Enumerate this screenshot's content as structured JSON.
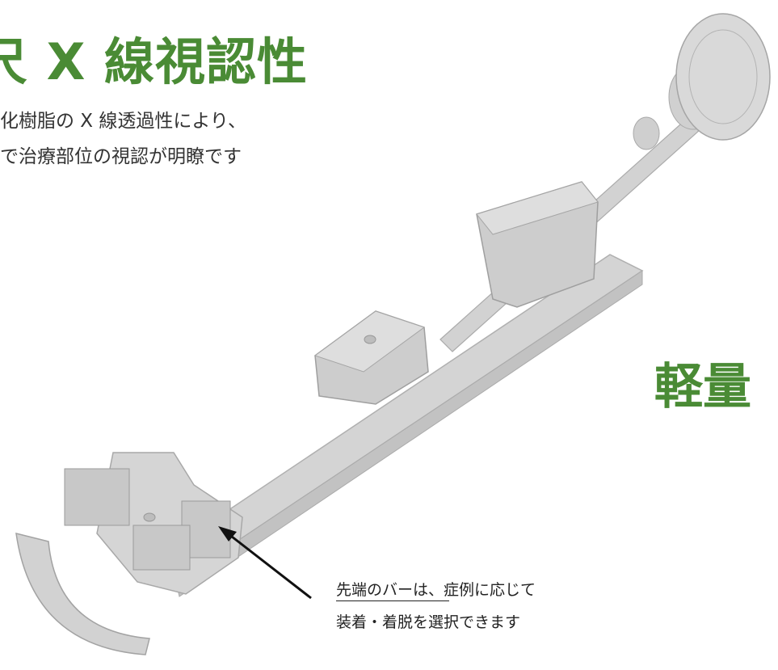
{
  "headline": "尺 X 線視認性",
  "description": {
    "line1": "化樹脂の X 線透過性により、",
    "line2": "で治療部位の視認が明瞭です"
  },
  "feature_label": "軽量",
  "callout": {
    "line1": "先端のバーは、症例に応じて",
    "line2": "装着・着脱を選択できます"
  },
  "colors": {
    "accent": "#4a8b35",
    "device_gray": "#cfcfcf",
    "text": "#333333"
  }
}
